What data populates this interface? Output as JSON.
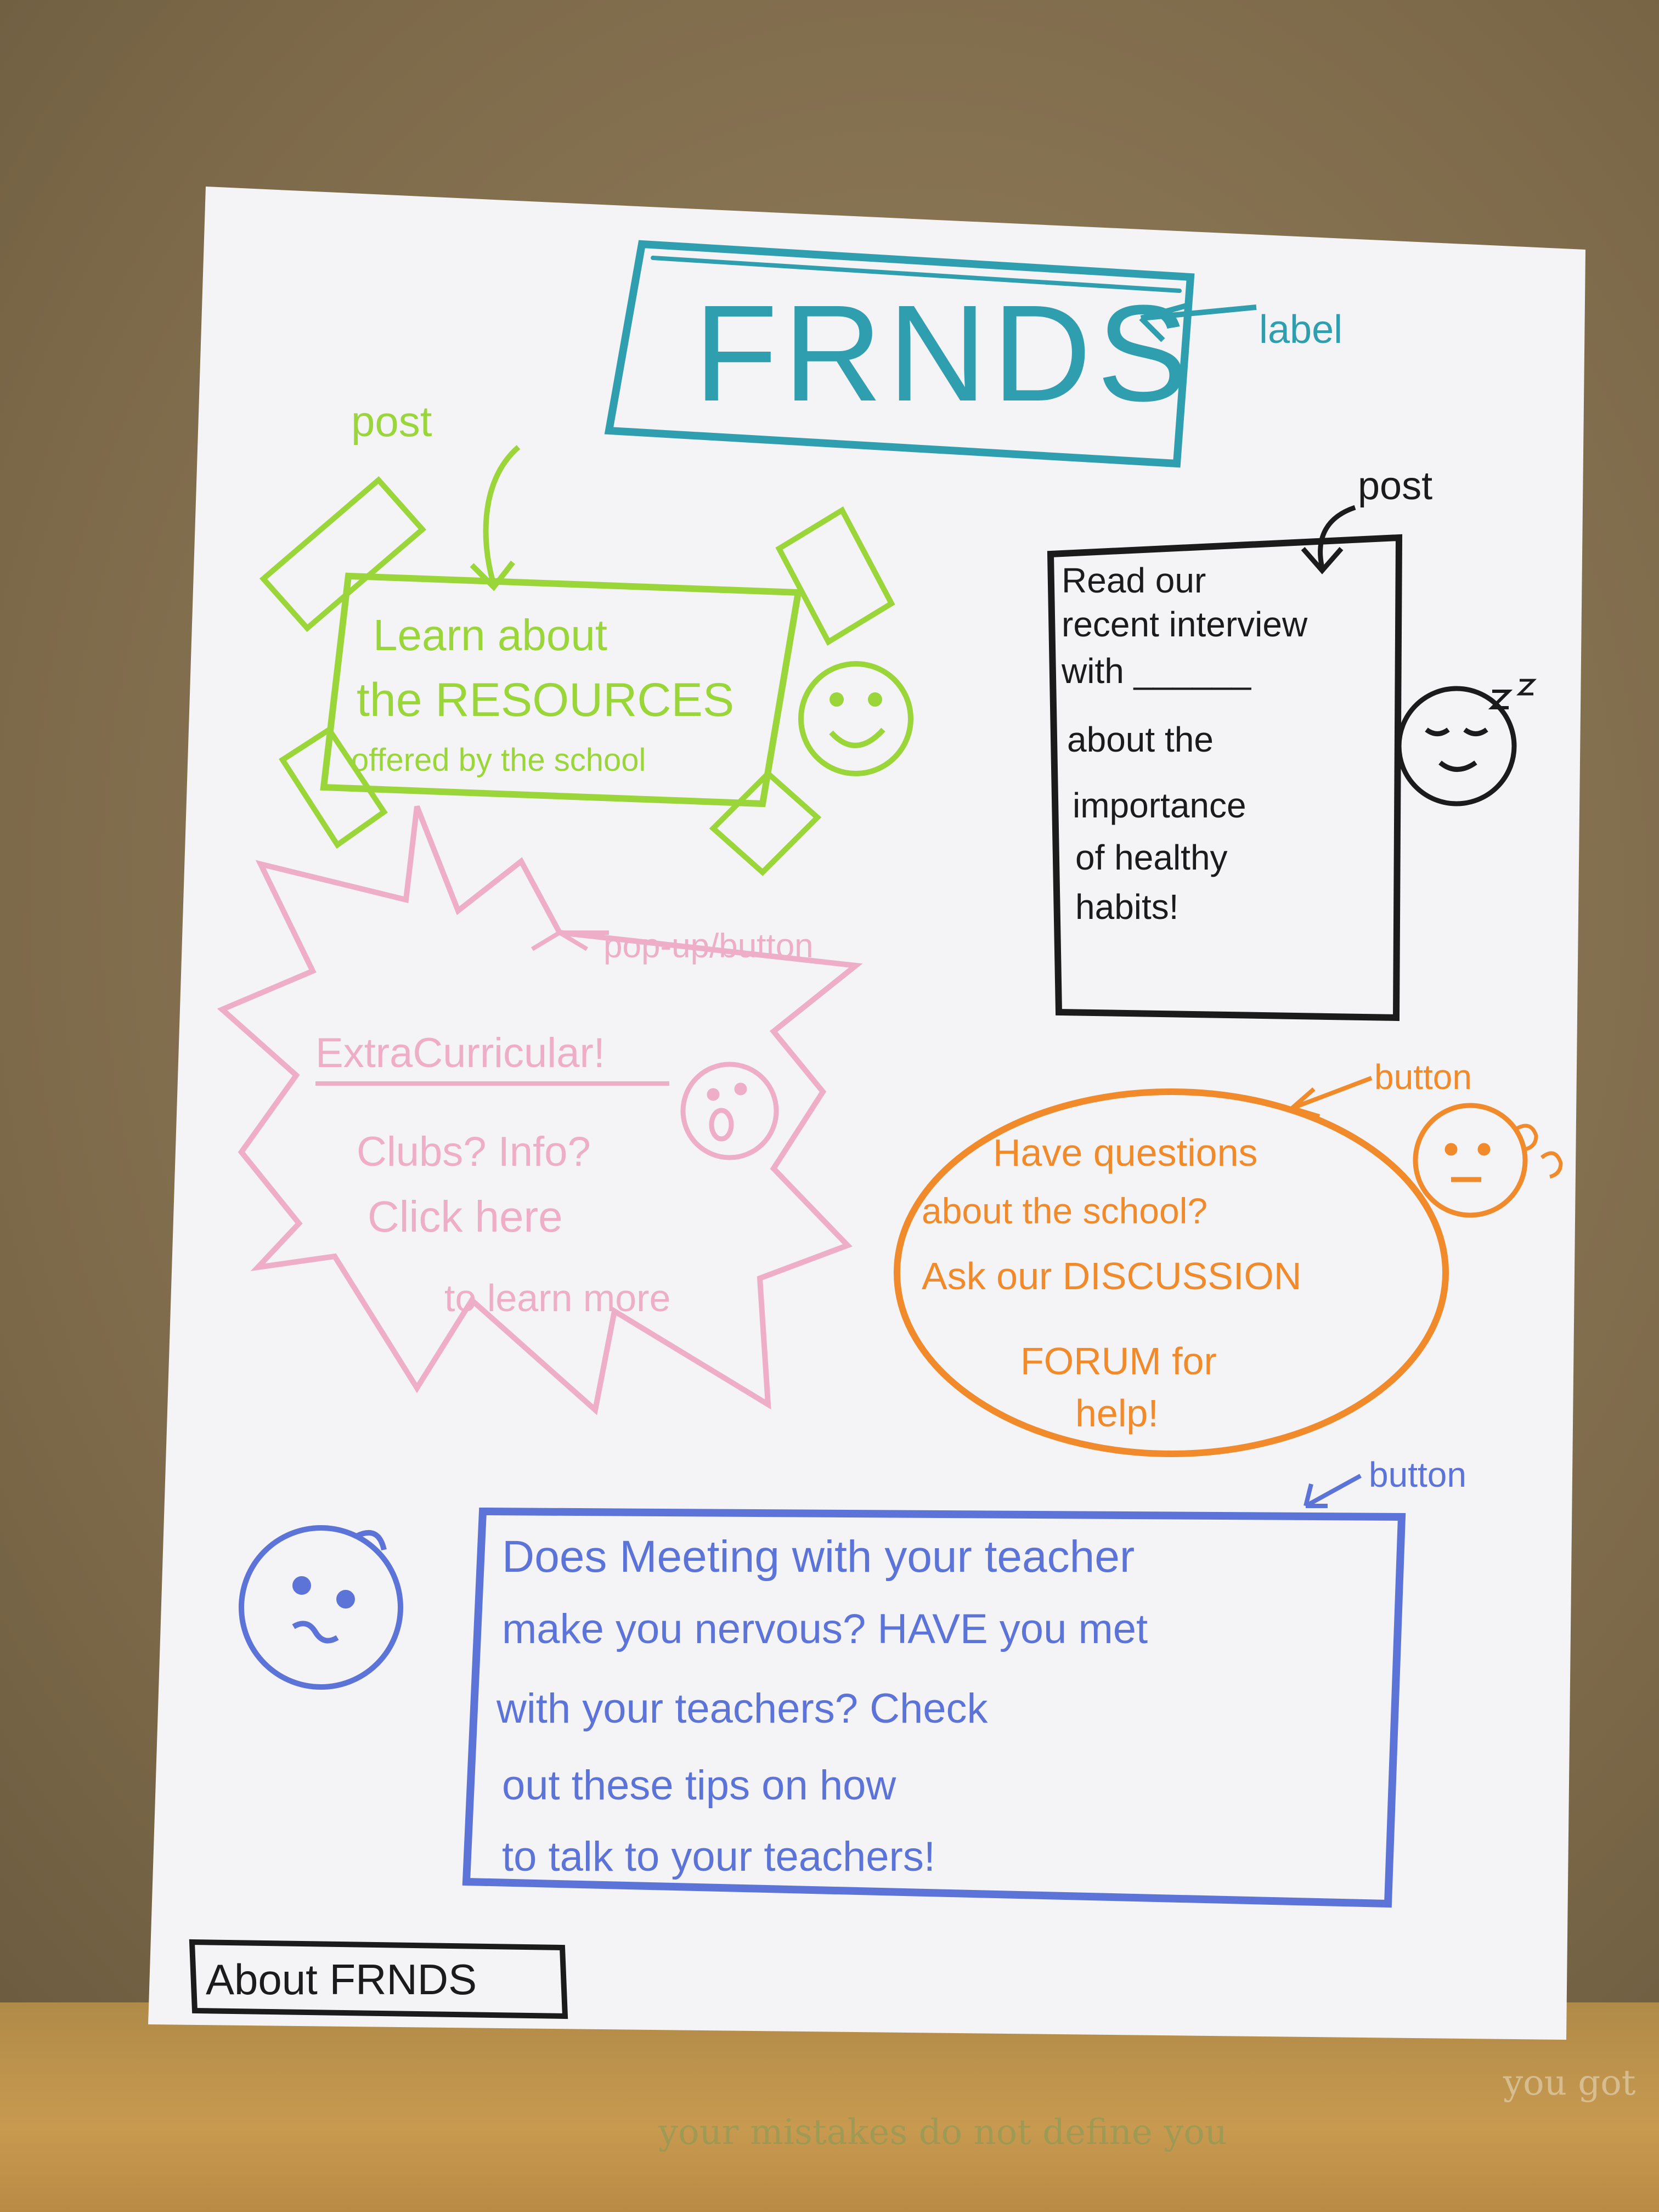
{
  "logo_label": "FRNDS",
  "annotations": {
    "label": "label",
    "post_left": "post",
    "post_right": "post",
    "popup_button": "pop-up/button",
    "button_orange": "button",
    "button_blue": "button"
  },
  "resources_post": {
    "lines": [
      "Learn about",
      "the RESOURCES",
      "offered by the school"
    ]
  },
  "interview_post": {
    "lines": [
      "Read our",
      "recent interview",
      "with ______",
      "about the",
      "importance",
      "of healthy",
      "habits!"
    ]
  },
  "extracurricular_popup": {
    "title": "ExtraCurricular!",
    "lines": [
      "Clubs? Info?",
      "Click here",
      "to learn more"
    ]
  },
  "forum_button": {
    "lines": [
      "Have questions",
      "about the school?",
      "Ask our DISCUSSION",
      "FORUM for",
      "help!"
    ]
  },
  "teachers_button": {
    "lines": [
      "Does Meeting with your teacher",
      "make you nervous? HAVE you met",
      "with your teachers? Check",
      "out these tips on how",
      "to talk to your teachers!"
    ]
  },
  "about_button": "About FRNDS",
  "table_text": [
    "your mistakes do not define you",
    "you got"
  ],
  "colors": {
    "teal": "#2f9fb0",
    "green": "#9ad63a",
    "pink": "#eeaec8",
    "orange": "#f08a2a",
    "blue": "#5c74d8",
    "black": "#1b1b1b",
    "paper": "#f4f3f6"
  }
}
